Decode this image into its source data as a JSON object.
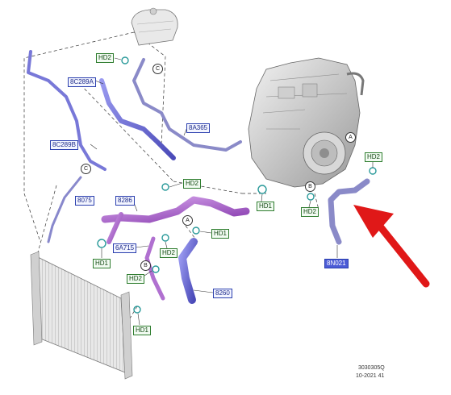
{
  "parts": {
    "p_8C289A": "8C289A",
    "p_8C289B": "8C289B",
    "p_8A365": "8A365",
    "p_8075": "8075",
    "p_8286": "8286",
    "p_6A715": "6A715",
    "p_8260": "8260",
    "p_8N021": "8N021"
  },
  "clamps": {
    "hd2_top": "HD2",
    "hd2_mid": "HD2",
    "hd2_6a": "HD2",
    "hd2_b": "HD2",
    "hd2_engine": "HD2",
    "hd2_right": "HD2",
    "hd1_left": "HD1",
    "hd1_mid": "HD1",
    "hd1_a": "HD1",
    "hd1_bottom": "HD1"
  },
  "refs": {
    "c_top": "C",
    "c_left": "C",
    "a_engine": "A",
    "a_mid": "A",
    "b_engine": "B",
    "b_low": "B"
  },
  "footer": {
    "code": "3030305Q",
    "date": "10-2021 41"
  },
  "colors": {
    "hose_blue": "#6f6fd8",
    "hose_purple": "#b070d0",
    "hose_grey_blue": "#8a8ac8",
    "label_blue": "#2b3fae",
    "label_green": "#2f7d2f",
    "arrow_red": "#e01818"
  }
}
